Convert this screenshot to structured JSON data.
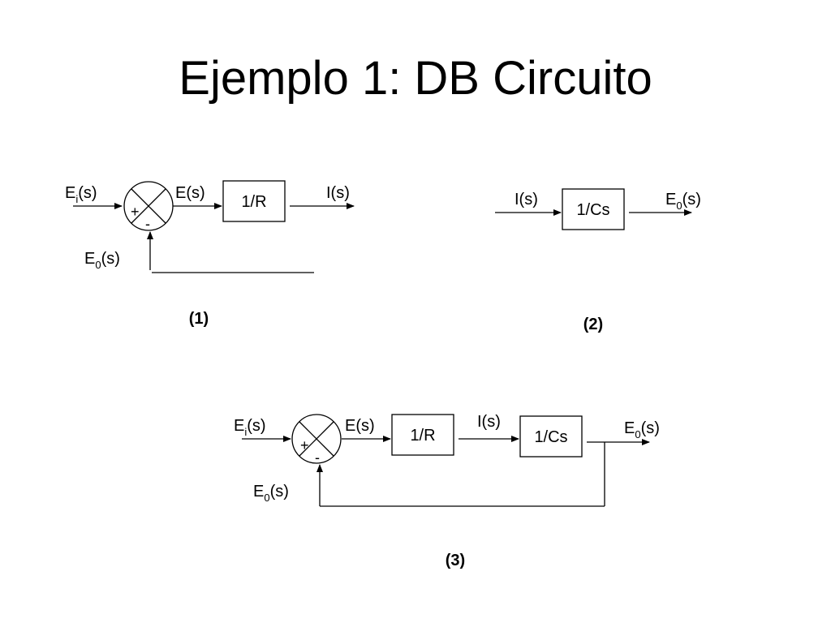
{
  "slide": {
    "title": "Ejemplo 1: DB Circuito"
  },
  "diagram1": {
    "input": {
      "base": "E",
      "sub": "i",
      "arg": "(s)"
    },
    "error": "E(s)",
    "block": "1/R",
    "output": "I(s)",
    "feedback": {
      "base": "E",
      "sub": "0",
      "arg": "(s)"
    },
    "plus": "+",
    "minus": "-",
    "number": "(1)"
  },
  "diagram2": {
    "input": "I(s)",
    "block": "1/Cs",
    "output": {
      "base": "E",
      "sub": "0",
      "arg": "(s)"
    },
    "number": "(2)"
  },
  "diagram3": {
    "input": {
      "base": "E",
      "sub": "i",
      "arg": "(s)"
    },
    "error": "E(s)",
    "block1": "1/R",
    "mid": "I(s)",
    "block2": "1/Cs",
    "output": {
      "base": "E",
      "sub": "0",
      "arg": "(s)"
    },
    "feedback": {
      "base": "E",
      "sub": "0",
      "arg": "(s)"
    },
    "plus": "+",
    "minus": "-",
    "number": "(3)"
  }
}
